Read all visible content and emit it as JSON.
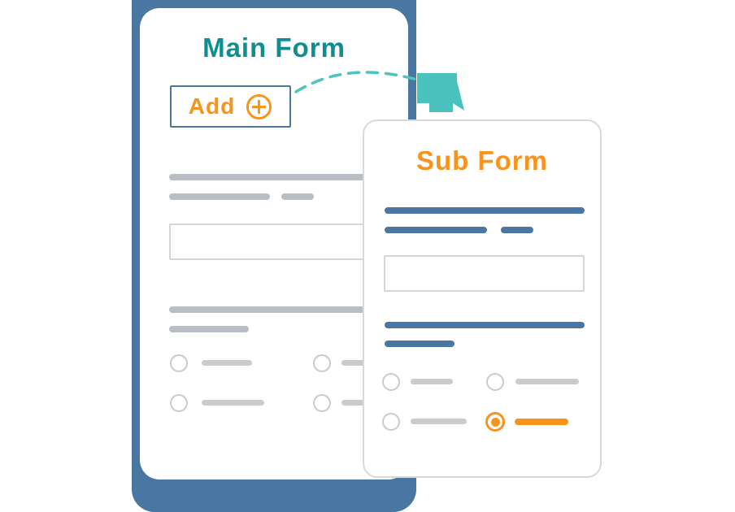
{
  "illustration": {
    "main_form": {
      "title": "Main Form",
      "add_button": {
        "label": "Add",
        "icon": "plus-circle-icon"
      },
      "skeleton": {
        "field_count": 1,
        "radio_count": 4,
        "selected_radio": "none"
      }
    },
    "sub_form": {
      "title": "Sub Form",
      "skeleton": {
        "field_count": 1,
        "radio_count": 4,
        "selected_radio_index": 3
      }
    },
    "connector": {
      "style": "dashed-curve",
      "icon": "cursor-icon"
    },
    "colors": {
      "steel_blue": "#4A76A2",
      "teal_title": "#0E8E93",
      "teal_connector": "#4CC4C0",
      "orange": "#F7941E",
      "gray_bar": "#B9BEC4",
      "gray_light": "#CBCBCB"
    }
  }
}
